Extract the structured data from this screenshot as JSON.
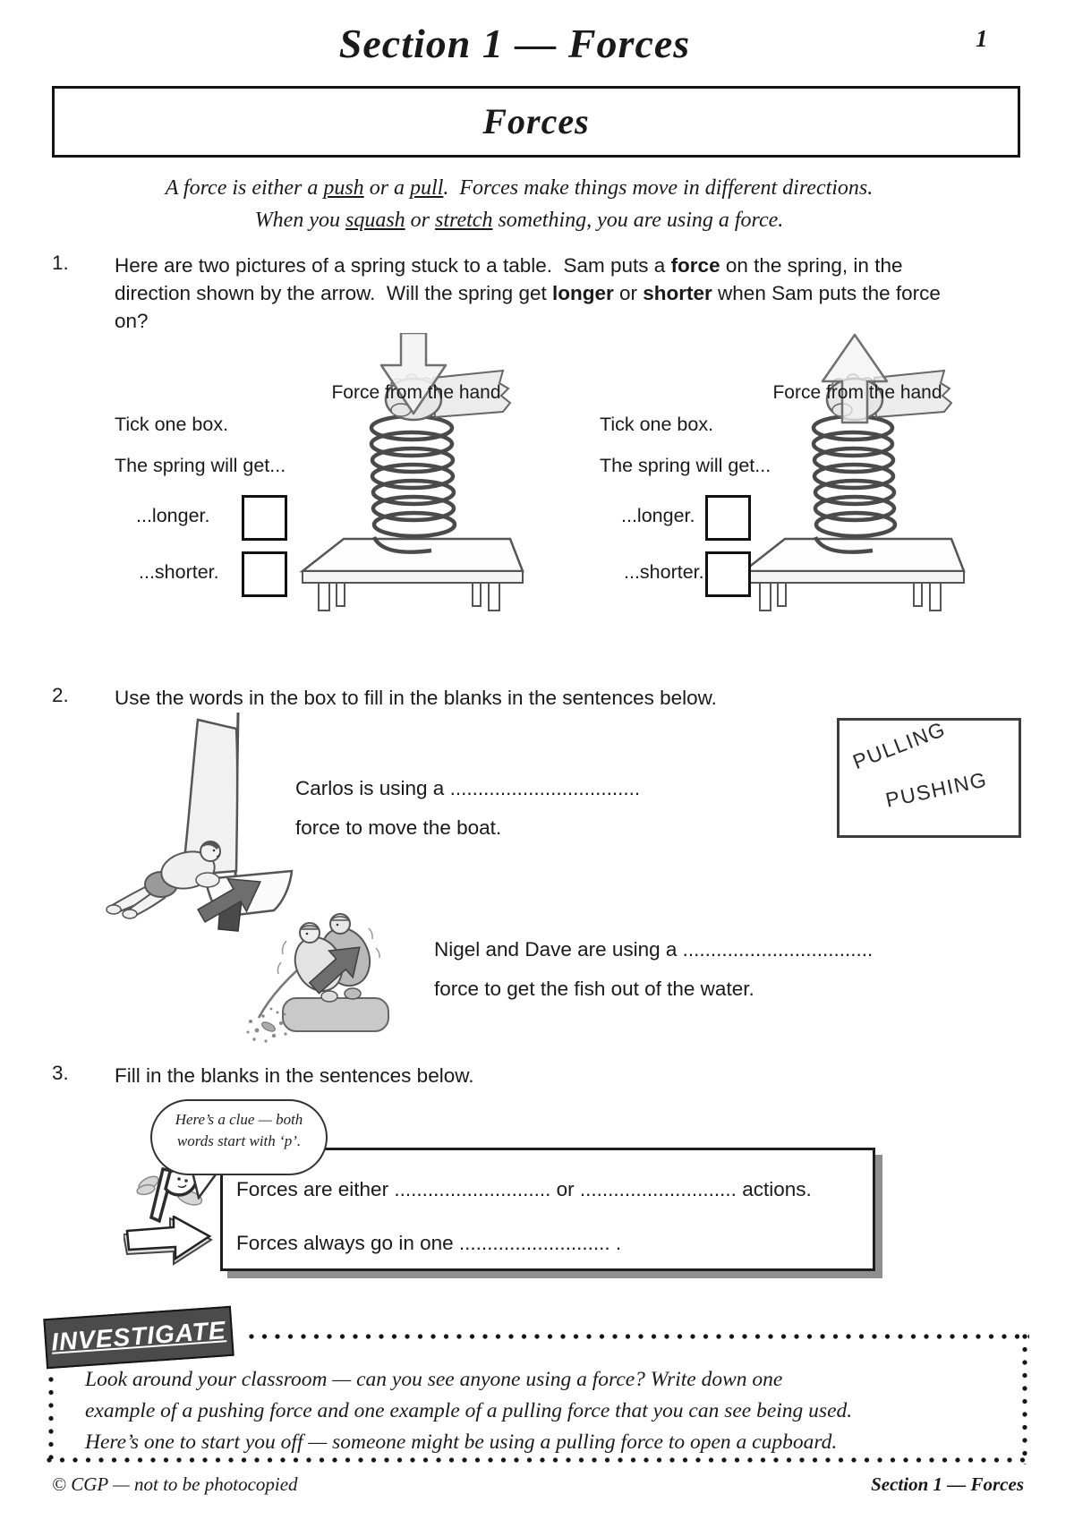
{
  "page": {
    "number": "1",
    "header_title": "Section 1 — Forces",
    "sheet_title": "Forces",
    "footer_left": "© CGP — not to be photocopied",
    "footer_right": "Section 1 — Forces"
  },
  "intro": {
    "p1": "A force is either a ",
    "u1": "push",
    "p2": " or a ",
    "u2": "pull",
    "p3": ".  Forces make things move in different directions.",
    "p4": "When you ",
    "u3": "squash",
    "p5": " or ",
    "u4": "stretch",
    "p6": " something, you are using a force."
  },
  "q1": {
    "number": "1.",
    "t1": "Here are two pictures of a spring stuck to a table.  Sam puts a ",
    "b1": "force",
    "t2": " on the spring, in the direction shown by the arrow.  Will the spring get ",
    "b2": "longer",
    "t3": " or ",
    "b3": "shorter",
    "t4": " when Sam puts the force on?",
    "force_label": "Force from the hand",
    "tick_instruction": "Tick one box.",
    "will_get": "The spring will get...",
    "longer": "...longer.",
    "shorter": "...shorter."
  },
  "q2": {
    "number": "2.",
    "text": "Use the words in the box to fill in the blanks in the sentences below.",
    "carlos_1": "Carlos is using a ",
    "carlos_blank": "..................................",
    "carlos_2": "force to move the boat.",
    "nigel_1": "Nigel and Dave are using a ",
    "nigel_blank": "..................................",
    "nigel_2": "force to get the fish out of the water.",
    "word_box": {
      "word1": "PULLING",
      "word2": "PUSHING"
    }
  },
  "q3": {
    "number": "3.",
    "text": "Fill in the blanks in the sentences below.",
    "clue_line1": "Here’s a clue — both",
    "clue_line2": "words start with ‘p’.",
    "s1a": "Forces are either ",
    "s1blank1": "............................",
    "s1b": " or ",
    "s1blank2": "............................",
    "s1c": " actions.",
    "s2a": "Forces always go in one ",
    "s2blank": "...........................",
    "s2b": " ."
  },
  "investigate": {
    "badge": "INVESTIGATE",
    "line1": "Look around your classroom — can you see anyone using a force?  Write down one",
    "line2": "example of a pushing force and one example of a pulling force that you can see being used.",
    "line3": "Here’s one to start you off — someone might be using a pulling force to open a cupboard."
  },
  "colors": {
    "ink": "#1a1a1a",
    "badge_bg": "#4b4b4b",
    "box_shadow": "#8f8f8f",
    "arrow_dark": "#6e6e6e"
  }
}
